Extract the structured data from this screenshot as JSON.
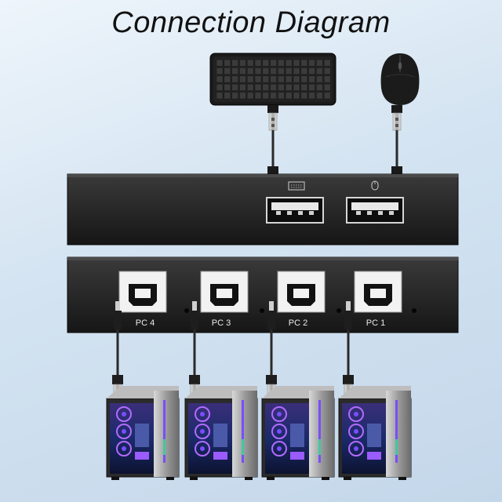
{
  "title": "Connection Diagram",
  "ports": {
    "pc4": "PC 4",
    "pc3": "PC 3",
    "pc2": "PC 2",
    "pc1": "PC 1"
  },
  "icons": {
    "keyboard_port": "keyboard-icon",
    "mouse_port": "mouse-icon"
  },
  "colors": {
    "device_body": "#1e1e1e",
    "cable": "#2a2a2a",
    "connector": "#c9c9c9",
    "case_led": "#7a4dff"
  }
}
